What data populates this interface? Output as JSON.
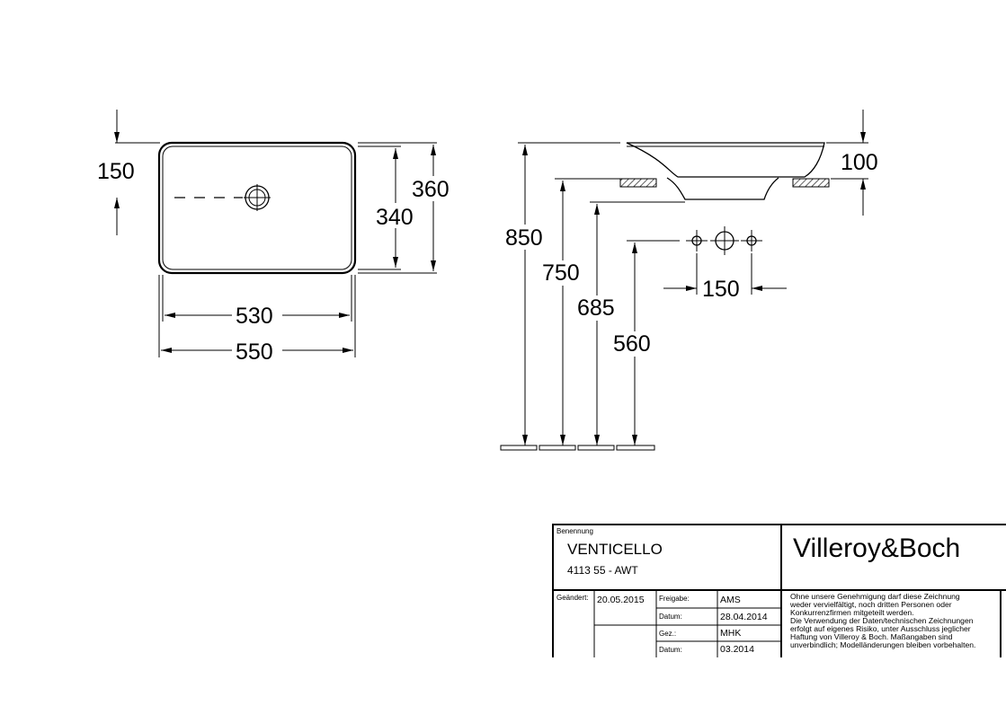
{
  "top_view": {
    "dim_offset_150": "150",
    "dim_height_360": "360",
    "dim_height_340": "340",
    "dim_width_530": "530",
    "dim_width_550": "550"
  },
  "side_view": {
    "dim_bowl_100": "100",
    "dim_height_850": "850",
    "dim_height_750": "750",
    "dim_height_685": "685",
    "dim_height_560": "560",
    "dim_tap_spacing_150": "150"
  },
  "title_block": {
    "benennung_label": "Benennung",
    "product_name": "VENTICELLO",
    "product_code": "4113 55 - AWT",
    "brand": "Villeroy&Boch",
    "geandert_label": "Geändert:",
    "geandert_date": "20.05.2015",
    "freigabe_label": "Freigabe:",
    "freigabe_value": "AMS",
    "datum1_label": "Datum:",
    "datum1_value": "28.04.2014",
    "gez_label": "Gez.:",
    "gez_value": "MHK",
    "datum2_label": "Datum:",
    "datum2_value": "03.2014",
    "notice_lines": [
      "Ohne unsere Genehmigung darf diese Zeichnung",
      "weder vervielfältigt, noch dritten Personen oder",
      "Konkurrenzfirmen mitgeteilt werden.",
      "Die Verwendung der Daten/technischen Zeichnungen",
      "erfolgt auf eigenes Risiko, unter Ausschluss jeglicher",
      "Haftung von Villeroy & Boch. Maßangaben sind",
      "unverbindlich; Modelländerungen bleiben vorbehalten."
    ]
  }
}
